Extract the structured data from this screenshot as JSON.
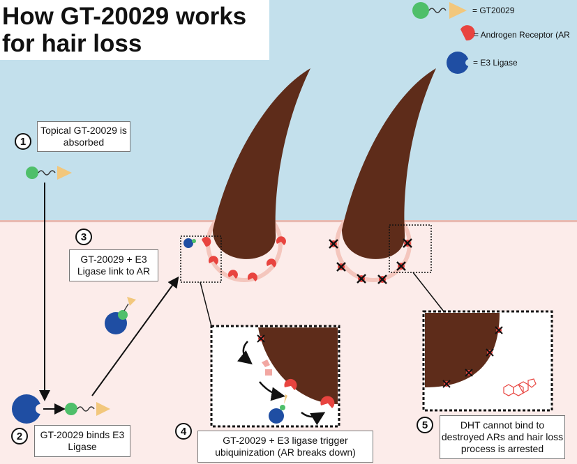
{
  "title": {
    "line1": "How GT-20029 works",
    "line2": "for hair loss"
  },
  "legend": {
    "gt20029": "= GT20029",
    "androgen_receptor": "= Androgen Receptor (AR",
    "e3_ligase": "= E3 Ligase"
  },
  "steps": [
    {
      "number": "1",
      "text": "Topical GT-20029 is absorbed"
    },
    {
      "number": "2",
      "text": "GT-20029 binds E3 Ligase"
    },
    {
      "number": "3",
      "text": "GT-20029 + E3 Ligase link to AR"
    },
    {
      "number": "4",
      "text": "GT-20029 + E3 ligase trigger ubiquinization (AR breaks down)"
    },
    {
      "number": "5",
      "text": "DHT cannot bind to destroyed ARs and hair loss process is arrested"
    }
  ],
  "colors": {
    "sky": "#c3e0ec",
    "skin": "#fcecea",
    "hair": "#5e2c1a",
    "gt20029_ball": "#4fbf6a",
    "gt20029_triangle": "#f2c77c",
    "androgen_receptor": "#e8443f",
    "e3_ligase": "#1f4ea3",
    "dht": "#e8443f"
  },
  "icons": [
    "gt20029-molecule-icon",
    "androgen-receptor-icon",
    "e3-ligase-icon",
    "destroyed-receptor-x-icon",
    "dht-molecule-icon"
  ]
}
